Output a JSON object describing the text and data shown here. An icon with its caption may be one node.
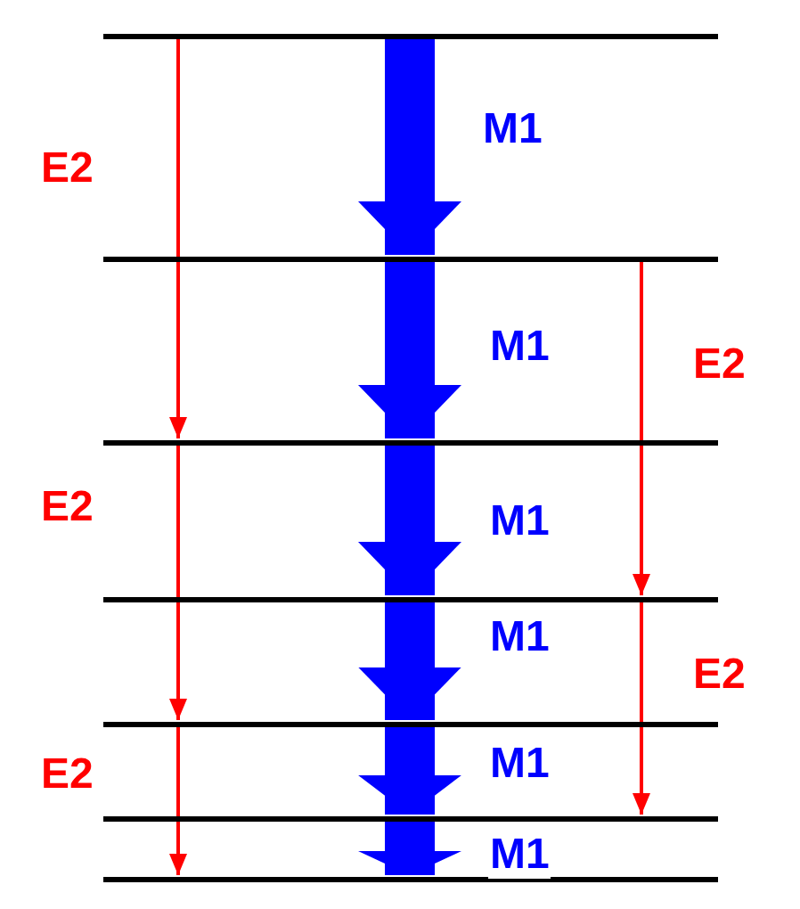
{
  "diagram": {
    "nodes": [
      {
        "text": [],
        "shape": "bar"
      },
      {
        "text": [],
        "shape": "bar"
      },
      {
        "text": [],
        "shape": "bar"
      },
      {
        "text": [],
        "shape": "bar"
      },
      {
        "text": [],
        "shape": "bar"
      },
      {
        "text": [],
        "shape": "bar"
      },
      {
        "text": [],
        "shape": "bar"
      }
    ],
    "edges": [
      {
        "from": 0,
        "to": 1,
        "arrow": "to",
        "label": "M1"
      },
      {
        "from": 1,
        "to": 2,
        "arrow": "to",
        "label": "M1"
      },
      {
        "from": 2,
        "to": 3,
        "arrow": "to",
        "label": "M1"
      },
      {
        "from": 3,
        "to": 4,
        "arrow": "to",
        "label": "M1"
      },
      {
        "from": 4,
        "to": 5,
        "arrow": "to",
        "label": "M1"
      },
      {
        "from": 5,
        "to": 6,
        "arrow": "to",
        "label": "M1"
      },
      {
        "from": 0,
        "to": 2,
        "arrow": "to",
        "label": "E2",
        "color": "#ff0000"
      },
      {
        "from": 2,
        "to": 4,
        "arrow": "to",
        "label": "E2",
        "color": "#ff0000"
      },
      {
        "from": 4,
        "to": 6,
        "arrow": "to",
        "label": "E2",
        "color": "#ff0000"
      },
      {
        "from": 1,
        "to": 3,
        "arrow": "to",
        "label": "E2",
        "color": "#ff0000"
      },
      {
        "from": 3,
        "to": 5,
        "arrow": "to",
        "label": "E2",
        "color": "#ff0000"
      }
    ]
  }
}
